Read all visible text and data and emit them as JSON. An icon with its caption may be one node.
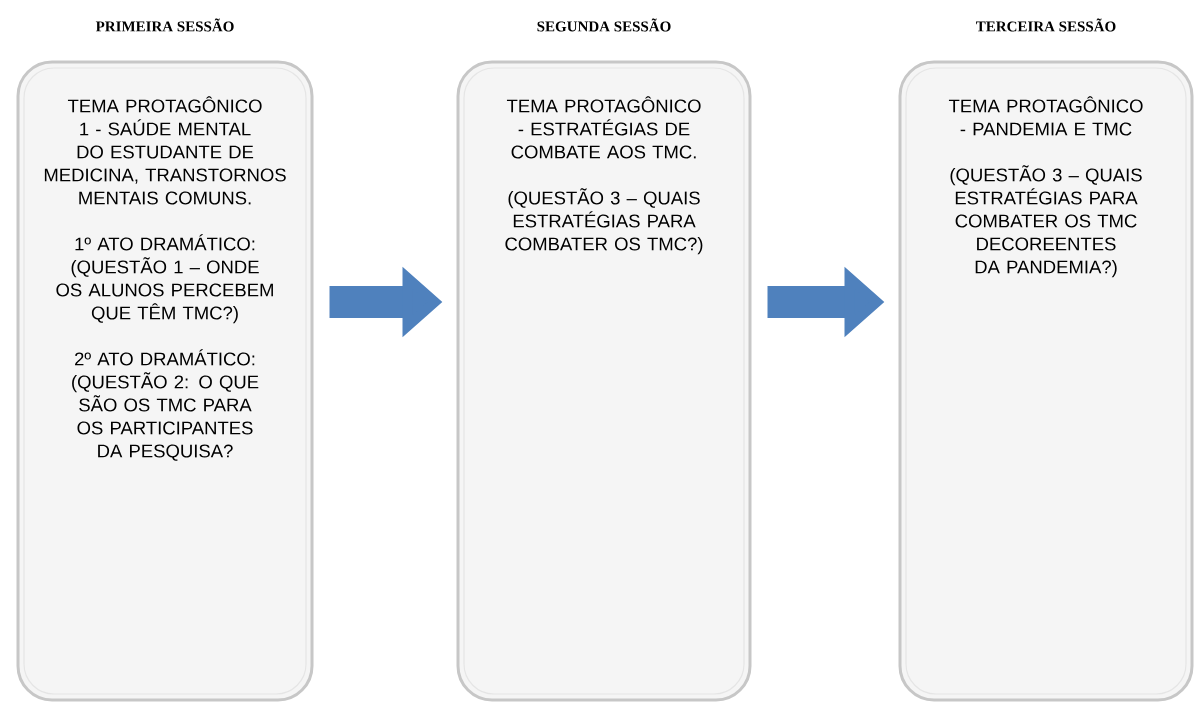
{
  "diagram": {
    "nodes": [
      {
        "text": [
          "PRIMEIRA SESSÃO",
          "TEMA PROTAGÔNICO 1 - SAÚDE MENTAL DO ESTUDANTE DE MEDICINA, TRANSTORNOS MENTAIS COMUNS.",
          "1º ATO DRAMÁTICO: (QUESTÃO 1 – ONDE OS ALUNOS PERCEBEM QUE TÊM TMC?)",
          "2º ATO DRAMÁTICO: (QUESTÃO 2: O QUE SÃO OS TMC PARA OS PARTICIPANTES DA PESQUISA?"
        ]
      },
      {
        "text": [
          "SEGUNDA SESSÃO",
          "TEMA PROTAGÔNICO - ESTRATÉGIAS DE COMBATE AOS TMC.",
          "(QUESTÃO 3 – QUAIS ESTRATÉGIAS PARA COMBATER OS TMC?)"
        ]
      },
      {
        "text": [
          "TERCEIRA SESSÃO",
          "TEMA PROTAGÔNICO - PANDEMIA E TMC",
          "(QUESTÃO 3 – QUAIS ESTRATÉGIAS PARA COMBATER OS TMC DECOREENTES DA PANDEMIA?)"
        ]
      }
    ],
    "edges": [
      {
        "from": 0,
        "to": 1,
        "arrow": "to"
      },
      {
        "from": 1,
        "to": 2,
        "arrow": "to"
      }
    ]
  }
}
